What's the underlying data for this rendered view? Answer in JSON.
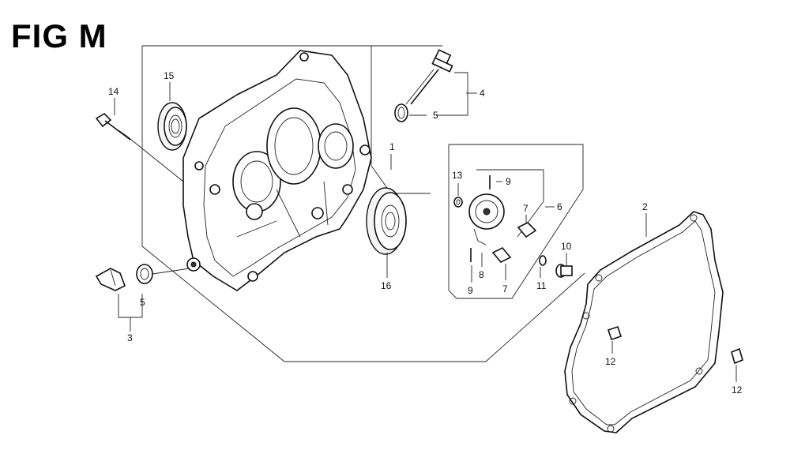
{
  "title": "FIG M",
  "callouts": [
    "1",
    "2",
    "3",
    "4",
    "5",
    "5",
    "6",
    "7",
    "7",
    "8",
    "9",
    "9",
    "10",
    "11",
    "12",
    "12",
    "13",
    "14",
    "15",
    "16"
  ]
}
